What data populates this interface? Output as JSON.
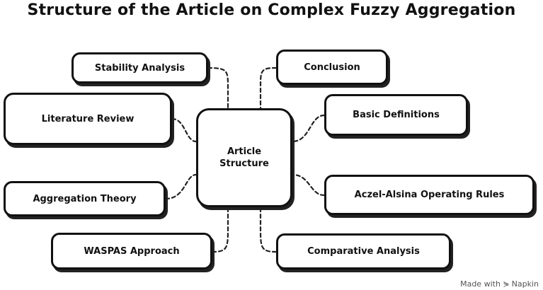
{
  "title": "Structure of the Article on Complex Fuzzy Aggregation",
  "center": {
    "line1": "Article",
    "line2": "Structure"
  },
  "nodes": {
    "stability_analysis": "Stability Analysis",
    "literature_review": "Literature Review",
    "aggregation_theory": "Aggregation Theory",
    "waspas_approach": "WASPAS Approach",
    "conclusion": "Conclusion",
    "basic_definitions": "Basic Definitions",
    "aczel_alsina": "Aczel-Alsina Operating Rules",
    "comparative_analysis": "Comparative Analysis"
  },
  "watermark": {
    "prefix": "Made with",
    "brand": "Napkin"
  }
}
